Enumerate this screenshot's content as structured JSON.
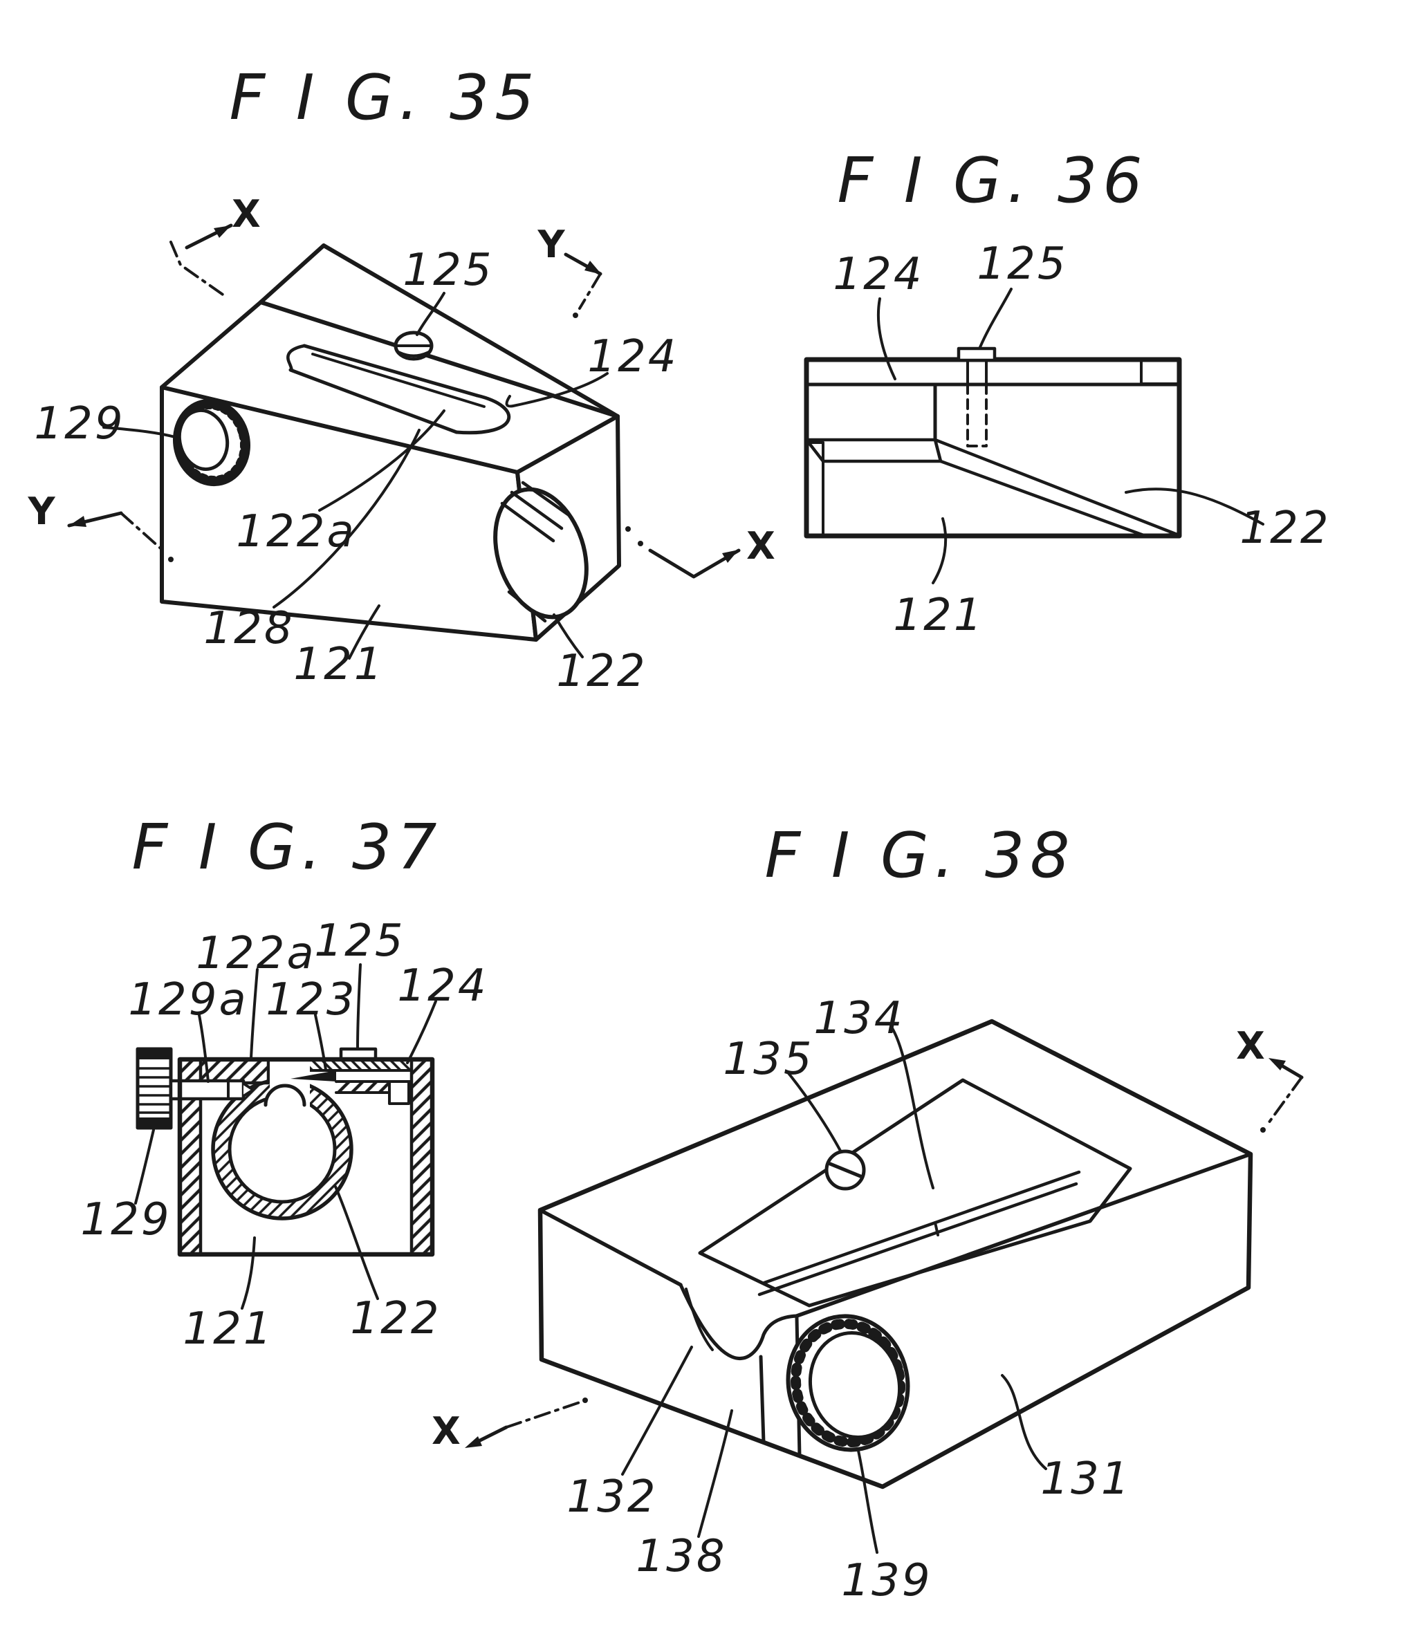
{
  "page": {
    "background": "#ffffff",
    "ink": "#1a1a1a"
  },
  "figures": {
    "fig35": {
      "title": "F I G. 35",
      "refs": {
        "n125": "125",
        "n124": "124",
        "n129": "129",
        "n122a": "122a",
        "n128": "128",
        "n121": "121",
        "n122": "122"
      },
      "axes": {
        "x_top": "X",
        "y_top": "Y",
        "y_bottom": "Y"
      }
    },
    "fig36": {
      "title": "F I G. 36",
      "refs": {
        "n124": "124",
        "n125": "125",
        "n122": "122",
        "n121": "121"
      },
      "axes": {
        "x_left": "X"
      }
    },
    "fig37": {
      "title": "F I G. 37",
      "refs": {
        "n122a": "122a",
        "n125": "125",
        "n129a": "129a",
        "n123": "123",
        "n124": "124",
        "n129": "129",
        "n121": "121",
        "n122": "122"
      }
    },
    "fig38": {
      "title": "F I G. 38",
      "refs": {
        "n134": "134",
        "n135": "135",
        "n132": "132",
        "n138": "138",
        "n139": "139",
        "n131": "131"
      },
      "axes": {
        "x_top": "X",
        "x_bottom": "X"
      }
    }
  }
}
